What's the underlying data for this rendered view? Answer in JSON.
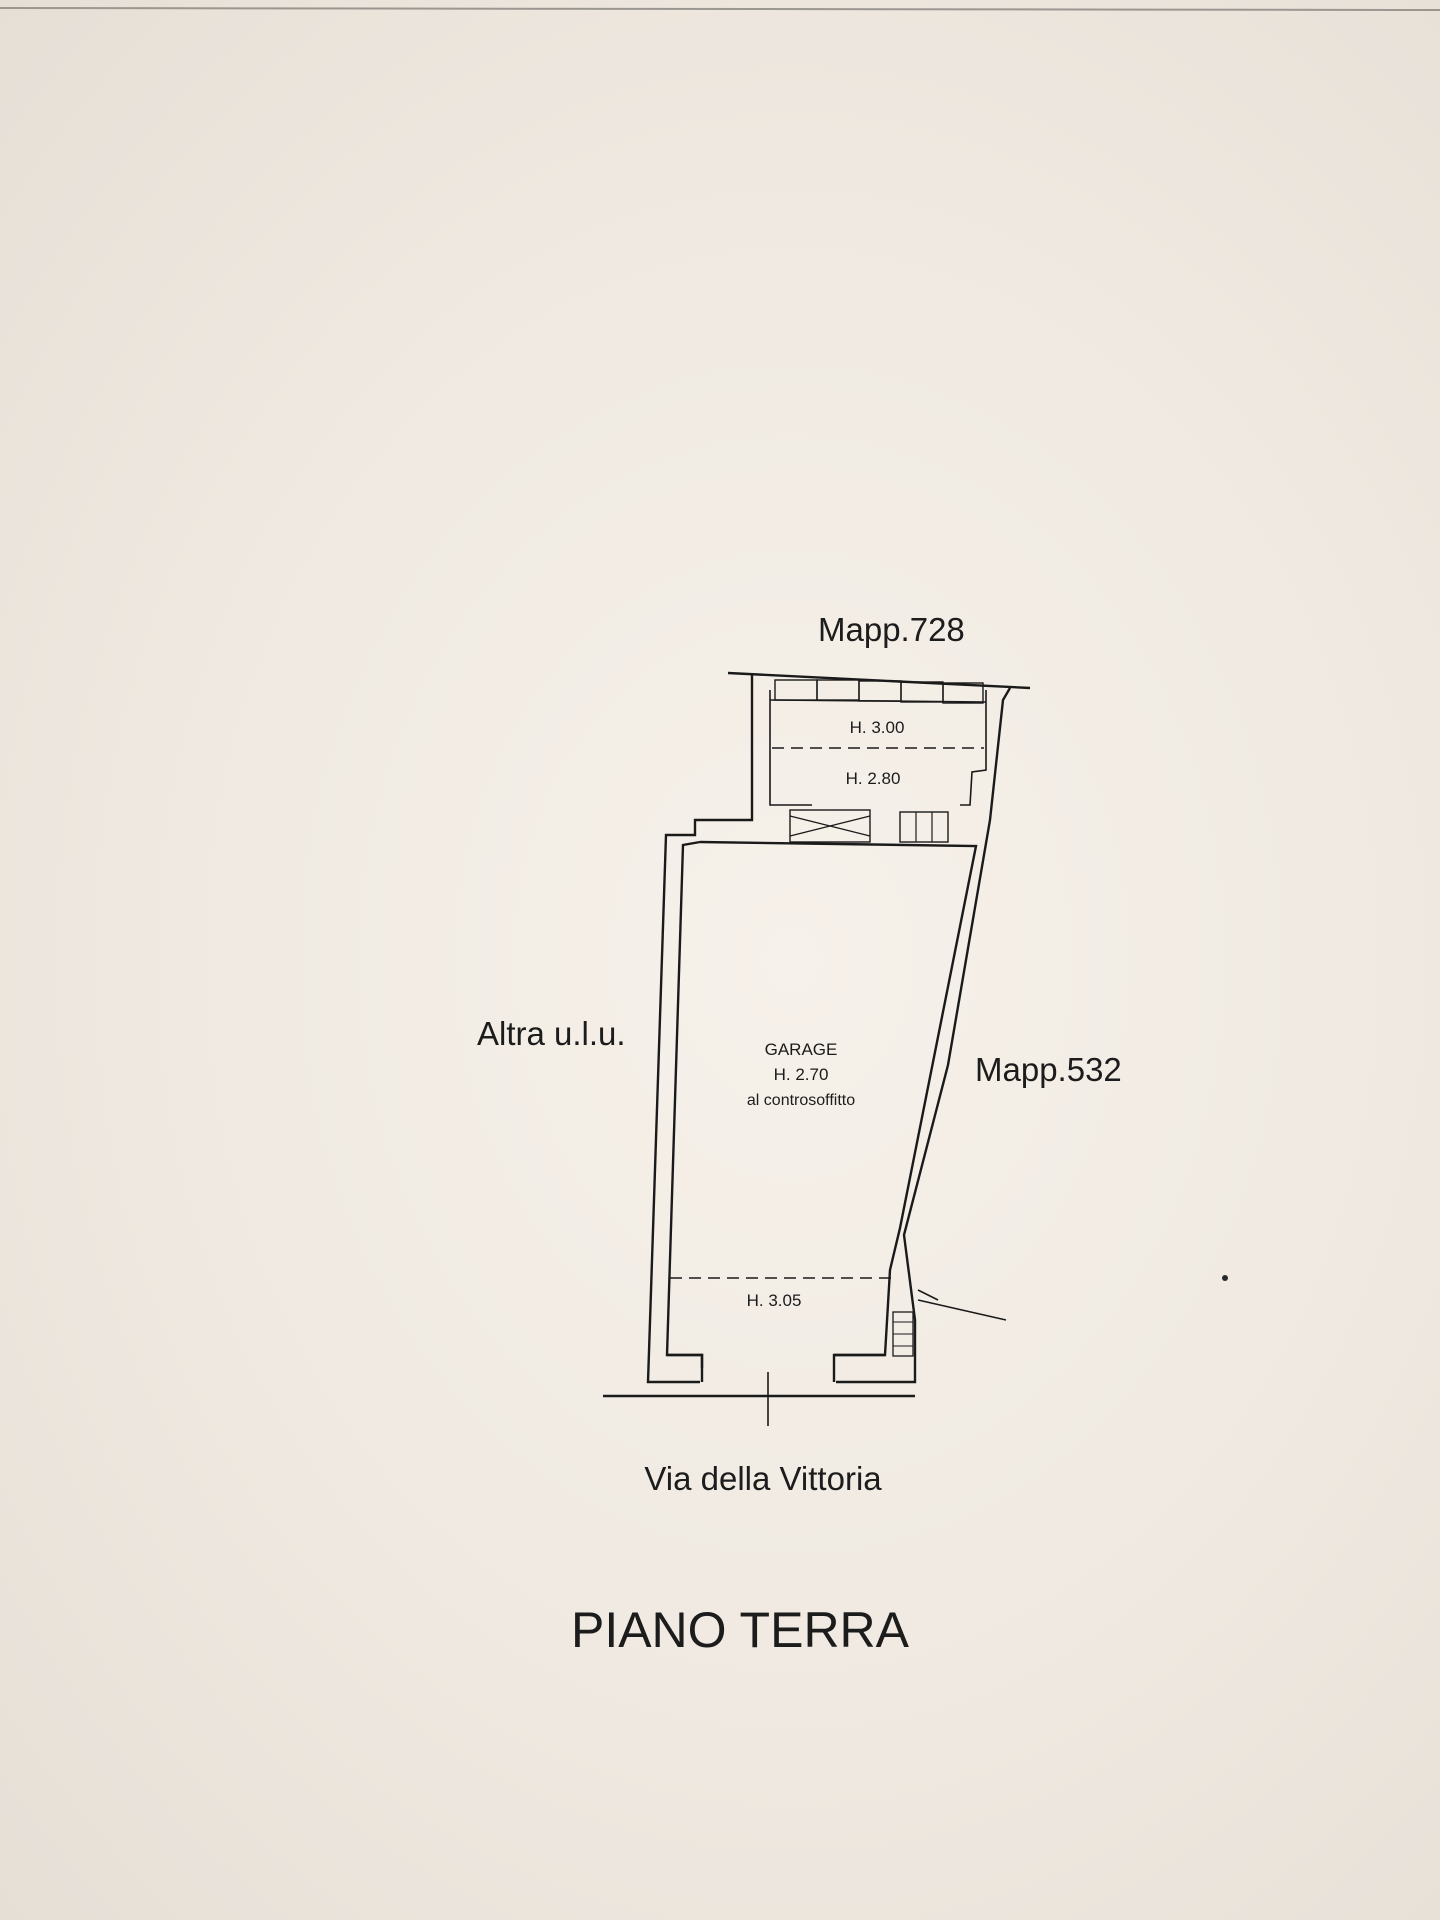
{
  "labels": {
    "mapp_top": "Mapp.728",
    "mapp_right": "Mapp.532",
    "left_unit": "Altra u.l.u.",
    "street": "Via della Vittoria",
    "floor_title": "PIANO TERRA"
  },
  "rooms": {
    "rear_upper_height": "H. 3.00",
    "rear_lower_height": "H. 2.80",
    "garage_name": "GARAGE",
    "garage_height": "H. 2.70",
    "garage_height_note": "al controsoffitto",
    "entry_height": "H. 3.05"
  }
}
